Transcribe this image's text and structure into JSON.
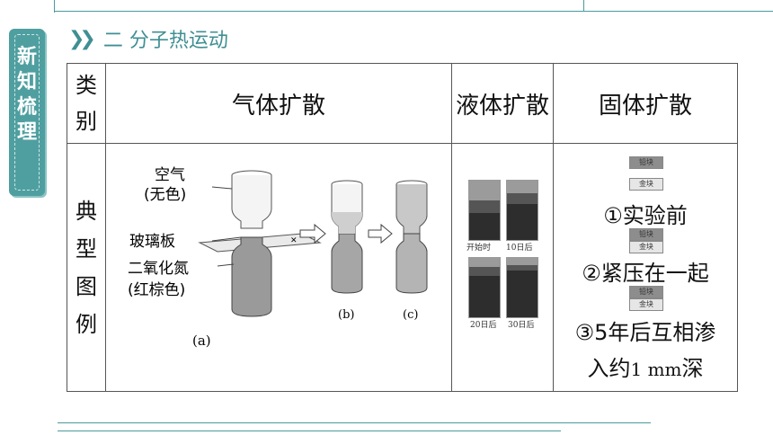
{
  "side_tab": {
    "text": "新知梳理"
  },
  "heading": {
    "chevrons": "❯❯",
    "text": "二  分子热运动"
  },
  "table": {
    "header": {
      "category": "类别",
      "gas": "气体扩散",
      "liquid": "液体扩散",
      "solid": "固体扩散"
    },
    "row_label": "典型图例",
    "gas_figure": {
      "label_air_1": "空气",
      "label_air_2": "(无色)",
      "label_glass": "玻璃板",
      "label_no2_1": "二氧化氮",
      "label_no2_2": "(红棕色)",
      "cap_a": "(a)",
      "cap_b": "(b)",
      "cap_c": "(c)"
    },
    "liquid_figure": {
      "cap1": "开始时",
      "cap2": "10日后",
      "cap3": "20日后",
      "cap4": "30日后"
    },
    "solid_figure": {
      "lead": "铅块",
      "gold": "金块",
      "step1": "①实验前",
      "step2": "②紧压在一起",
      "step3": "③5年后互相渗",
      "step4_a": "入约",
      "step4_b": "1 mm",
      "step4_c": "深"
    }
  }
}
